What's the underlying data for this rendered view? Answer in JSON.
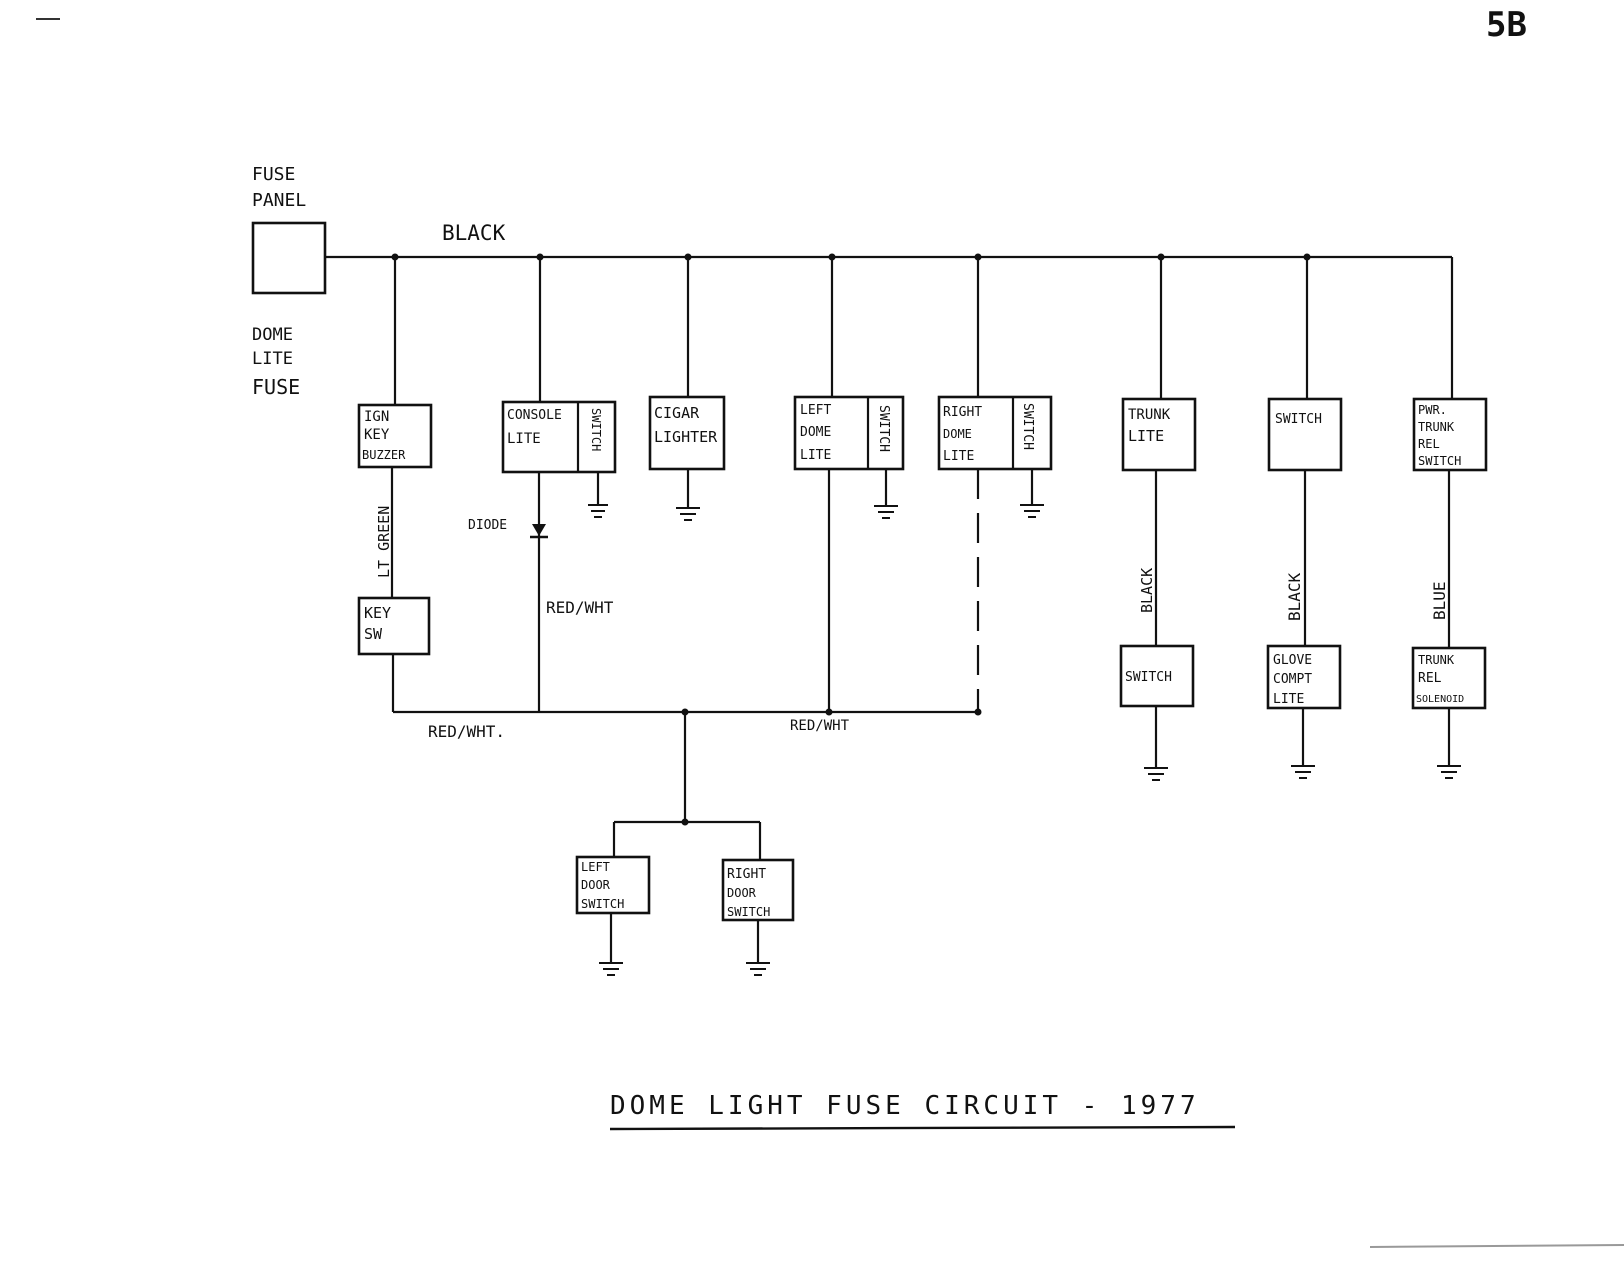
{
  "page_number": "5B",
  "title": "DOME LIGHT FUSE CIRCUIT - 1977",
  "fuse_panel": {
    "label_top": [
      "FUSE",
      "PANEL"
    ],
    "label_bottom": [
      "DOME",
      "LITE",
      "FUSE"
    ]
  },
  "wire_labels": {
    "main": "BLACK",
    "lt_green": "LT GREEN",
    "red_wht_1": "RED/WHT",
    "red_wht_2": "RED/WHT.",
    "red_wht_3": "RED/WHT",
    "black_1": "BLACK",
    "black_2": "BLACK",
    "blue": "BLUE",
    "diode": "DIODE"
  },
  "components": {
    "ign_key_buzzer": [
      "IGN",
      "KEY",
      "BUZZER"
    ],
    "console_lite": [
      "CONSOLE",
      "LITE"
    ],
    "console_switch": "SWITCH",
    "cigar_lighter": [
      "CIGAR",
      "LIGHTER"
    ],
    "left_dome_lite": [
      "LEFT",
      "DOME",
      "LITE"
    ],
    "left_dome_switch": "SWITCH",
    "right_dome_lite": [
      "RIGHT",
      "DOME",
      "LITE"
    ],
    "right_dome_switch": "SWITCH",
    "trunk_lite": [
      "TRUNK",
      "LITE"
    ],
    "switch_top": "SWITCH",
    "pwr_trunk_rel_switch": [
      "PWR.",
      "TRUNK",
      "REL",
      "SWITCH"
    ],
    "key_sw": [
      "KEY",
      "SW"
    ],
    "trunk_switch": "SWITCH",
    "glove_compt_lite": [
      "GLOVE",
      "COMPT",
      "LITE"
    ],
    "trunk_rel_solenoid": [
      "TRUNK",
      "REL",
      "SOLENOID"
    ],
    "left_door_switch": [
      "LEFT",
      "DOOR",
      "SWITCH"
    ],
    "right_door_switch": [
      "RIGHT",
      "DOOR",
      "SWITCH"
    ]
  }
}
